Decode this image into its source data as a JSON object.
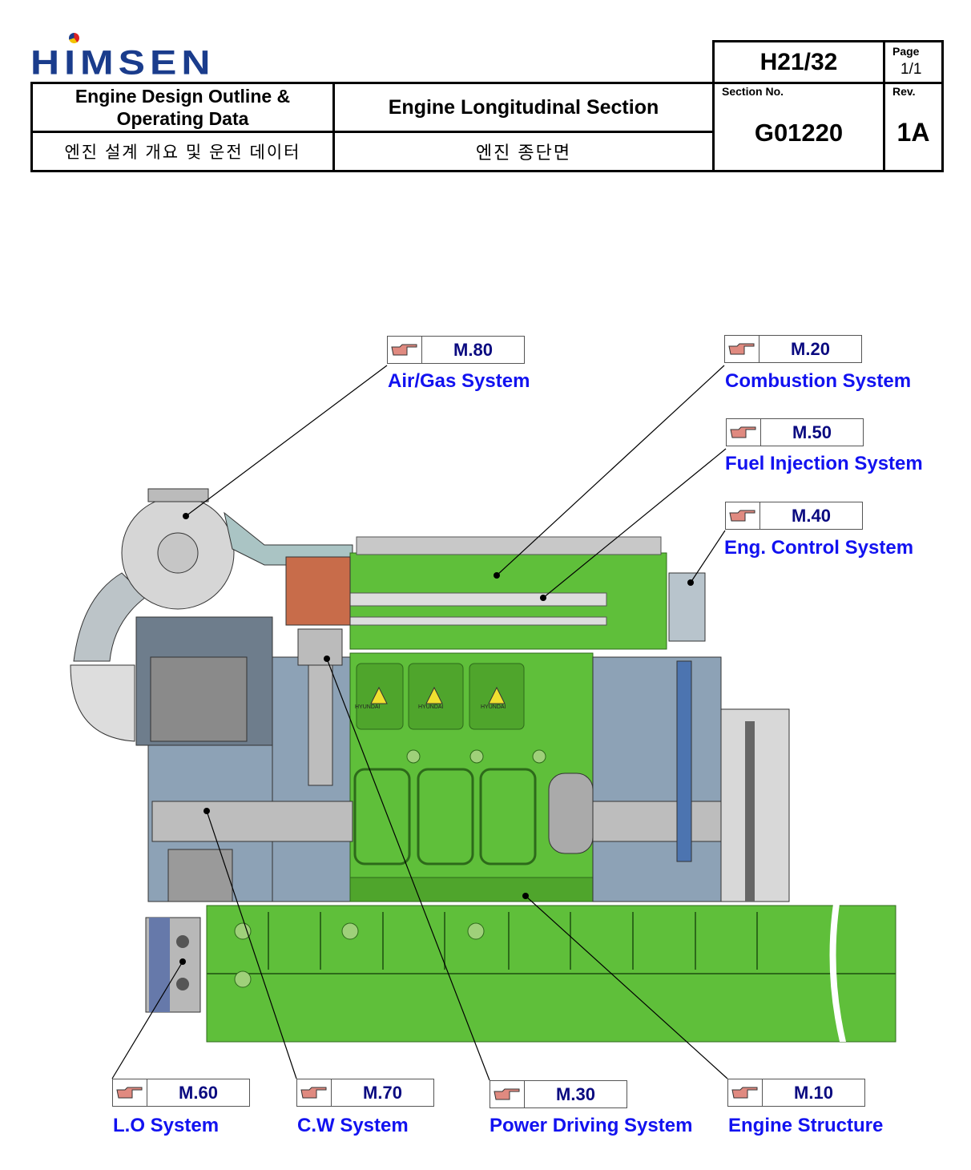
{
  "logo": {
    "text": "HIMSEN"
  },
  "header": {
    "doc_title_en": "Engine Design Outline & Operating Data",
    "doc_title_ko": "엔진 설계 개요 및 운전 데이터",
    "section_title_en": "Engine Longitudinal Section",
    "section_title_ko": "엔진 종단면",
    "model": "H21/32",
    "page_label": "Page",
    "page_value": "1/1",
    "section_no_label": "Section No.",
    "section_no": "G01220",
    "rev_label": "Rev.",
    "rev": "1A"
  },
  "callouts": [
    {
      "code": "M.80",
      "label": "Air/Gas System"
    },
    {
      "code": "M.20",
      "label": "Combustion System"
    },
    {
      "code": "M.50",
      "label": "Fuel Injection System"
    },
    {
      "code": "M.40",
      "label": "Eng. Control System"
    },
    {
      "code": "M.60",
      "label": "L.O System"
    },
    {
      "code": "M.70",
      "label": "C.W System"
    },
    {
      "code": "M.30",
      "label": "Power Driving System"
    },
    {
      "code": "M.10",
      "label": "Engine Structure"
    }
  ],
  "drawing": {
    "brand_marks": [
      "HYUNDAI",
      "HYUNDAI",
      "HYUNDAI"
    ]
  },
  "colors": {
    "engine_green": "#5fbf3a",
    "link_blue": "#1212f0",
    "code_navy": "#0a0a80",
    "logo_blue": "#1a3c8c"
  }
}
